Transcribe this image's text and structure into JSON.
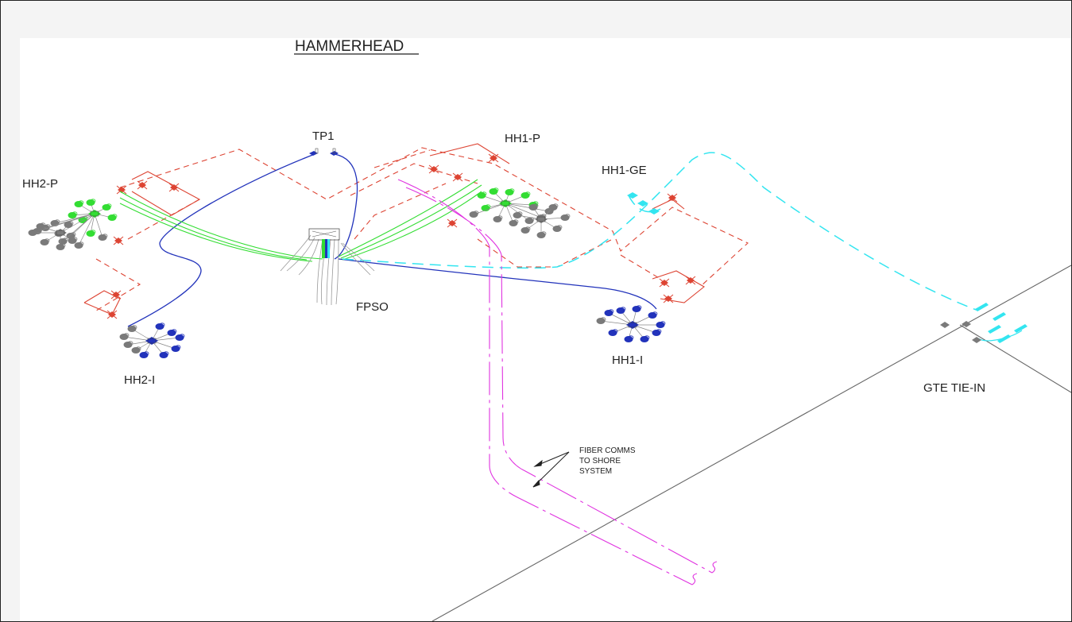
{
  "diagram": {
    "title": "HAMMERHEAD",
    "labels": {
      "tp1": "TP1",
      "hh1p": "HH1-P",
      "hh2p": "HH2-P",
      "hh1ge": "HH1-GE",
      "fpso": "FPSO",
      "hh2i": "HH2-I",
      "hh1i": "HH1-I",
      "gte": "GTE TIE-IN"
    },
    "note": [
      "FIBER COMMS",
      "TO SHORE",
      "SYSTEM"
    ]
  },
  "colors": {
    "production_flowline": "#dd4433",
    "water_injection": "#2233bb",
    "gas_export": "#33e5f0",
    "umbilical": "#33dd33",
    "fiber": "#e033e0",
    "equipment": "#7a7a7a",
    "pipeline": "#666666"
  }
}
